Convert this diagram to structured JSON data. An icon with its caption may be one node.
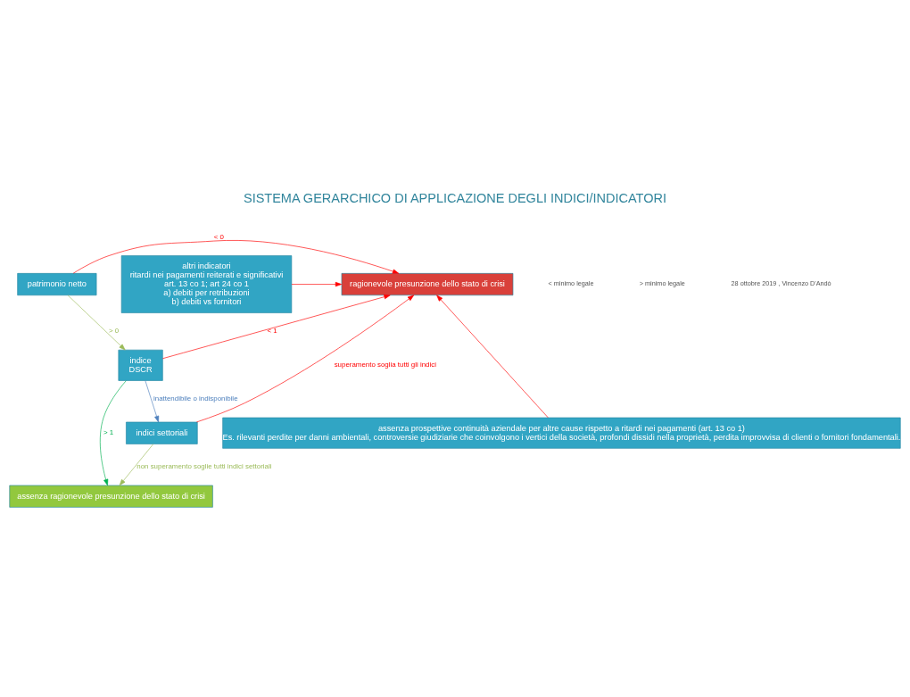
{
  "diagram": {
    "title": "SISTEMA GERARCHICO DI APPLICAZIONE DEGLI INDICI/INDICATORI",
    "nodes": [
      {
        "text": [
          "patrimonio netto"
        ]
      },
      {
        "text": [
          "indice",
          "DSCR"
        ]
      },
      {
        "text": [
          "ragionevole presunzione dello stato di crisi"
        ]
      },
      {
        "text": [
          "altri indicatori",
          "ritardi nei pagamenti reiterati e significativi",
          "art. 13 co 1; art 24 co 1",
          "a) debiti per retribuzioni",
          "b) debiti vs fornitori"
        ]
      },
      {
        "text": [
          "assenza prospettive continuità aziendale per altre cause rispetto a ritardi nei pagamenti (art. 13 co 1)",
          "Es. rilevanti perdite per danni ambientali, controversie giudiziarie che coinvolgono i vertici della società, profondi dissidi nella proprietà, perdita improvvisa di clienti o fornitori fondamentali."
        ]
      },
      {
        "text": [
          "indici settoriali"
        ]
      },
      {
        "text": [
          "assenza ragionevole presunzione dello stato di crisi"
        ]
      }
    ],
    "edges": [
      {
        "from": 0,
        "to": 2,
        "arrow": "to",
        "label": "< 0"
      },
      {
        "from": 0,
        "to": 1,
        "arrow": "to",
        "label": "> 0",
        "color": "#9bbb59"
      },
      {
        "from": 1,
        "to": 2,
        "arrow": "to",
        "label": "< 1"
      },
      {
        "from": 1,
        "to": 5,
        "arrow": "to",
        "label": "inattendibile o indisponibile",
        "color": "#4f81bd"
      },
      {
        "from": 1,
        "to": 6,
        "arrow": "to",
        "label": "> 1",
        "color": "#00b050"
      },
      {
        "from": 5,
        "to": 2,
        "arrow": "to",
        "label": "superamento soglia tutti gli indici"
      },
      {
        "from": 5,
        "to": 6,
        "arrow": "to",
        "label": "non superamento soglie tutti indici settoriali",
        "color": "#9bbb59"
      },
      {
        "from": 3,
        "to": 2,
        "arrow": "to"
      },
      {
        "from": 4,
        "to": 2,
        "arrow": "to"
      }
    ],
    "labels": [
      "< minimo legale",
      "> minimo legale",
      "28 ottobre 2019 , Vincenzo D'Andò"
    ]
  }
}
